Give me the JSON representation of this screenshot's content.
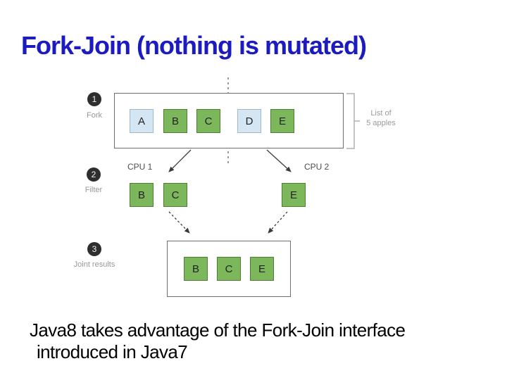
{
  "title": "Fork-Join (nothing is mutated)",
  "diagram": {
    "steps": [
      {
        "number": "1",
        "label": "Fork"
      },
      {
        "number": "2",
        "label": "Filter"
      },
      {
        "number": "3",
        "label": "Joint results"
      }
    ],
    "row1": {
      "boxes": [
        {
          "label": "A",
          "type": "blue"
        },
        {
          "label": "B",
          "type": "green"
        },
        {
          "label": "C",
          "type": "green"
        },
        {
          "label": "D",
          "type": "blue"
        },
        {
          "label": "E",
          "type": "green"
        }
      ],
      "annotation_line1": "List of",
      "annotation_line2": "5 apples"
    },
    "row2": {
      "cpu1_label": "CPU 1",
      "cpu2_label": "CPU 2",
      "cpu1_boxes": [
        {
          "label": "B",
          "type": "green"
        },
        {
          "label": "C",
          "type": "green"
        }
      ],
      "cpu2_boxes": [
        {
          "label": "E",
          "type": "green"
        }
      ]
    },
    "row3": {
      "boxes": [
        {
          "label": "B",
          "type": "green"
        },
        {
          "label": "C",
          "type": "green"
        },
        {
          "label": "E",
          "type": "green"
        }
      ]
    }
  },
  "body_text": {
    "line1": "Java8 takes advantage of the Fork-Join interface",
    "line2": "introduced in Java7"
  },
  "colors": {
    "title_blue": "#1b1bc0",
    "green_fill": "#7DB75C",
    "green_border": "#4F7D35",
    "blue_fill": "#D4E6F4",
    "blue_border": "#9DB7CB",
    "step_circle": "#2e2e2e",
    "muted_label": "#979797",
    "cpu_label": "#4d4d4d",
    "outline": "#6e6e6e",
    "arrow": "#3a3a3a",
    "bracket": "#b0b0b0",
    "divider": "#9a9a9a"
  }
}
